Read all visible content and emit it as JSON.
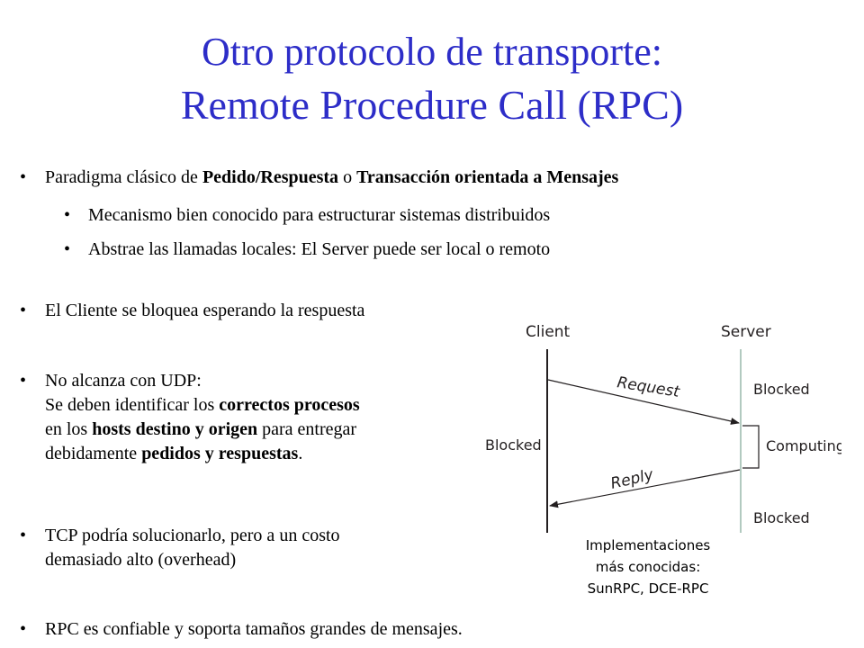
{
  "title": {
    "line1": "Otro protocolo de transporte:",
    "line2": "Remote Procedure Call (RPC)"
  },
  "bullets": {
    "b1": {
      "p1": "Paradigma clásico de ",
      "b1": "Pedido/Respuesta",
      "p2": " o ",
      "b2": "Transacción orientada a Mensajes"
    },
    "b1_sub1": "Mecanismo bien conocido para estructurar sistemas distribuidos",
    "b1_sub2": "Abstrae las llamadas locales: El Server puede ser local o remoto",
    "b2": "El Cliente se bloquea esperando la respuesta",
    "b3": {
      "line1": "No alcanza con UDP:",
      "p1": "Se deben identificar los ",
      "b1": "correctos procesos",
      "p2": "en los ",
      "b2": "hosts destino y origen",
      "p3": " para entregar",
      "p4": "debidamente ",
      "b3": "pedidos y respuestas",
      "p5": "."
    },
    "b4": {
      "line1": "TCP podría solucionarlo, pero a un costo",
      "line2": "demasiado alto (overhead)"
    },
    "b5": "RPC es confiable y soporta tamaños grandes de mensajes."
  },
  "diagram": {
    "client_label": "Client",
    "server_label": "Server",
    "request_label": "Request",
    "reply_label": "Reply",
    "blocked_client": "Blocked",
    "blocked_server_1": "Blocked",
    "computing_label": "Computing",
    "blocked_server_2": "Blocked"
  },
  "caption": {
    "line1": "Implementaciones",
    "line2": "más conocidas:",
    "line3": "SunRPC, DCE-RPC"
  },
  "colors": {
    "title": "#2d2dc8",
    "diagram_text": "#231f20"
  }
}
